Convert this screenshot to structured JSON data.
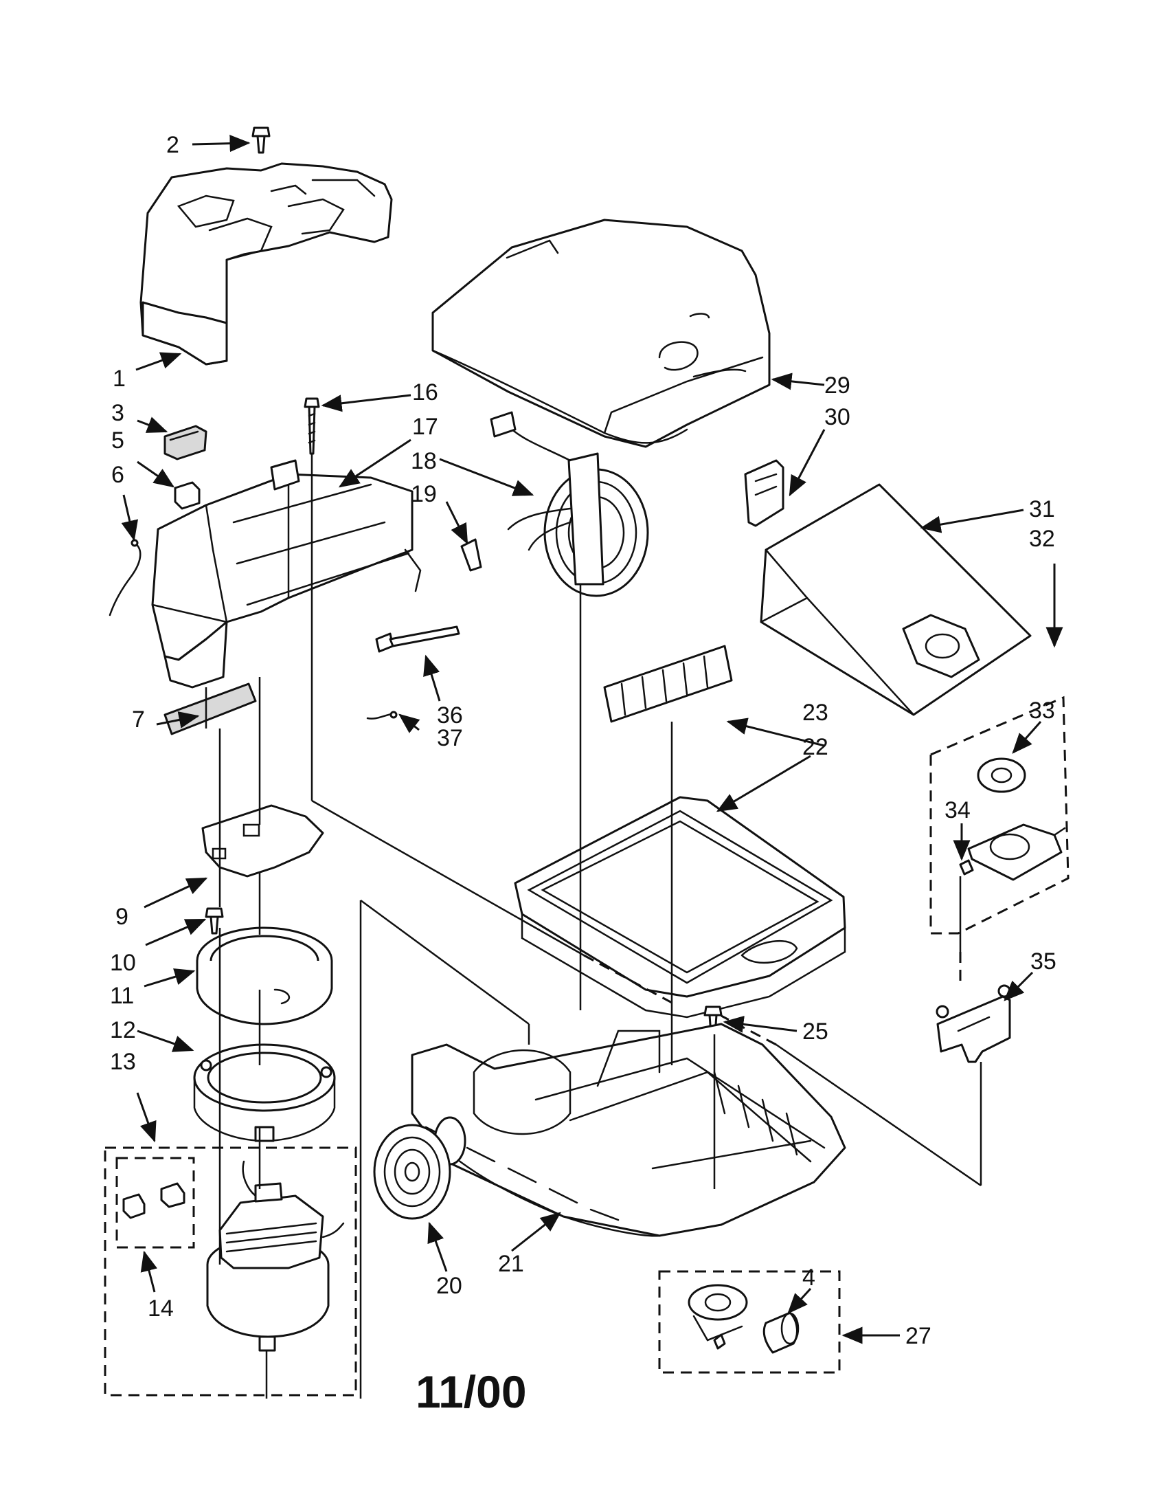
{
  "diagram": {
    "date_code": "11/00",
    "callouts": {
      "p1": "1",
      "p2": "2",
      "p3": "3",
      "p4": "4",
      "p5": "5",
      "p6": "6",
      "p7": "7",
      "p9": "9",
      "p10": "10",
      "p11": "11",
      "p12": "12",
      "p13": "13",
      "p14": "14",
      "p16": "16",
      "p17": "17",
      "p18": "18",
      "p19": "19",
      "p20": "20",
      "p21": "21",
      "p22": "22",
      "p23": "23",
      "p25": "25",
      "p27": "27",
      "p29": "29",
      "p30": "30",
      "p31": "31",
      "p32": "32",
      "p33": "33",
      "p34": "34",
      "p35": "35",
      "p36": "36",
      "p37": "37"
    }
  },
  "colors": {
    "line": "#111111",
    "background": "#ffffff",
    "shade": "#d9d9d9"
  }
}
